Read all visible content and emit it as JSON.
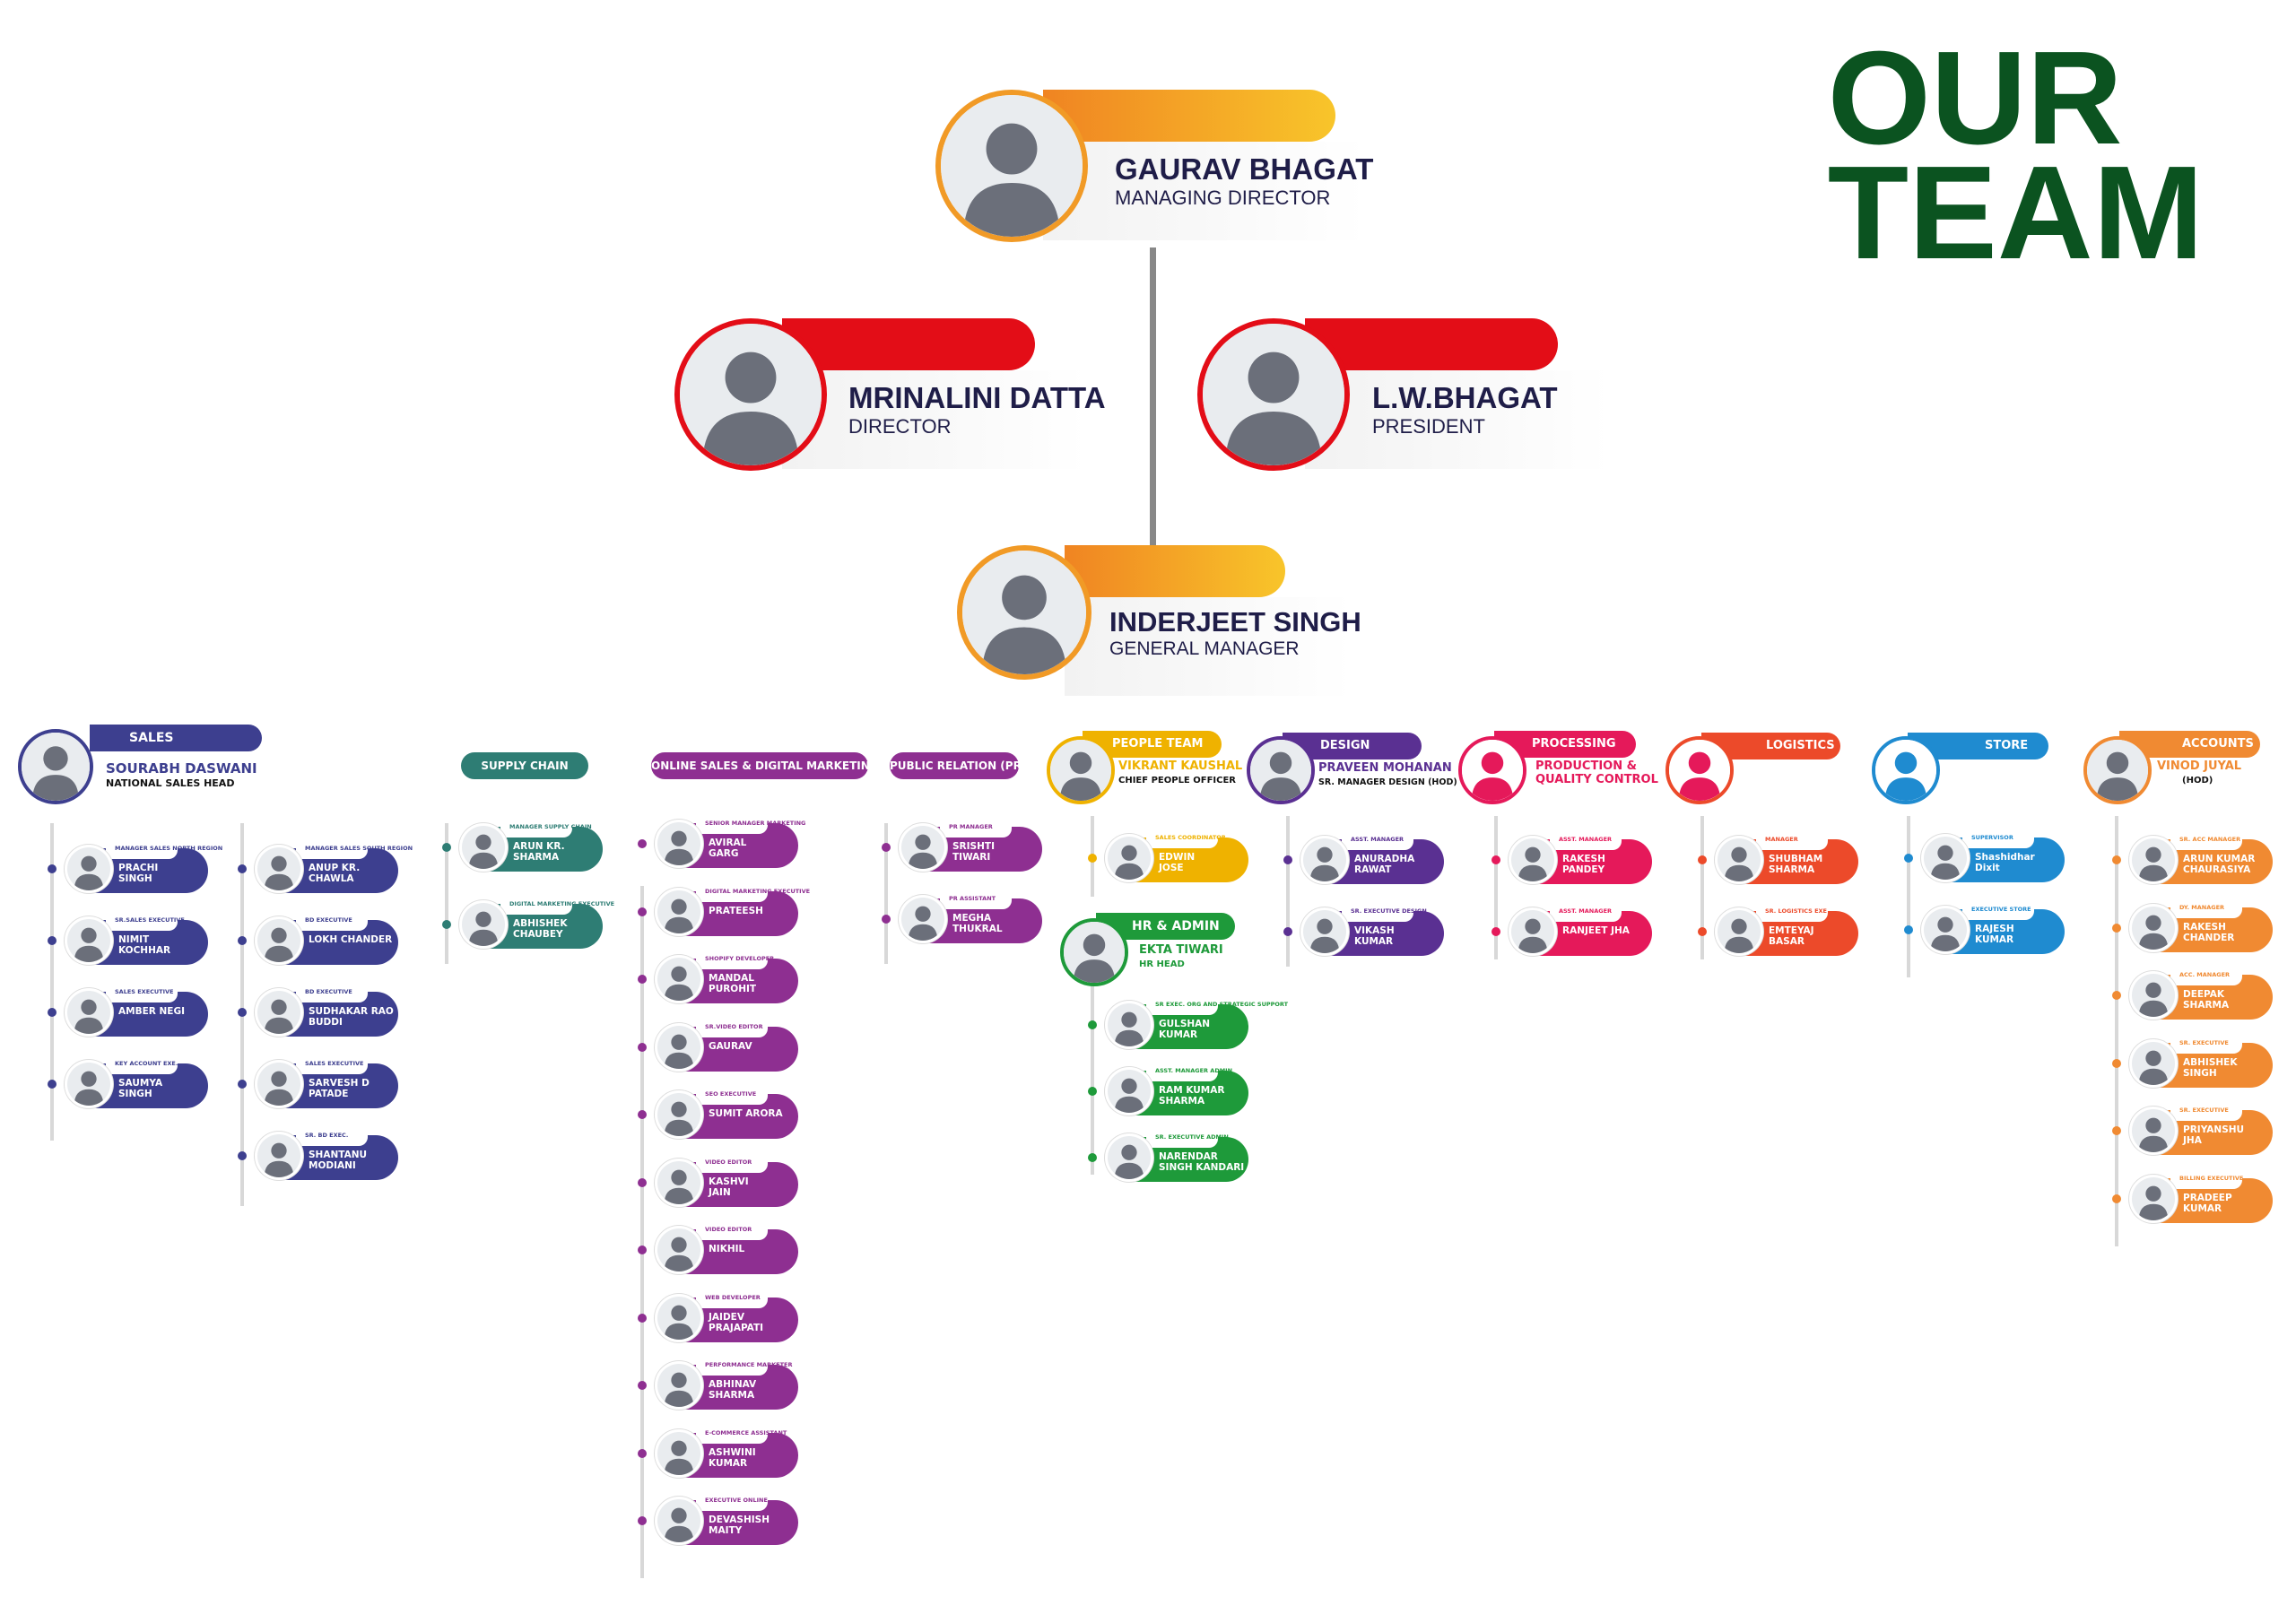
{
  "title": {
    "line1": "OUR",
    "line2": "TEAM"
  },
  "executives": [
    {
      "name": "GAURAV BHAGAT",
      "role": "MANAGING DIRECTOR",
      "bar": "orange"
    },
    {
      "name": "MRINALINI DATTA",
      "role": "DIRECTOR",
      "bar": "red"
    },
    {
      "name": "L.W.BHAGAT",
      "role": "PRESIDENT",
      "bar": "red"
    },
    {
      "name": "INDERJEET SINGH",
      "role": "GENERAL MANAGER",
      "bar": "orange"
    }
  ],
  "colors": {
    "title": "#0b5320",
    "navy": "#3d3f8f",
    "teal": "#2e7d74",
    "purple": "#8e2f91",
    "yellow": "#efb200",
    "green": "#1e9a3a",
    "violet": "#5a3092",
    "pink": "#e5195a",
    "redorange": "#ec4a2a",
    "blue": "#1f8bd0",
    "orange": "#f08a32",
    "execOrange": "#f19a26",
    "execRed": "#e30d17"
  },
  "sales": {
    "label": "SALES",
    "head": {
      "name": "SOURABH DASWANI",
      "role": "NATIONAL SALES HEAD"
    },
    "left": [
      {
        "role": "MANAGER SALES NORTH REGION",
        "name": "PRACHI\nSINGH"
      },
      {
        "role": "SR.SALES EXECUTIVE",
        "name": "NIMIT\nKOCHHAR"
      },
      {
        "role": "SALES EXECUTIVE",
        "name": "AMBER NEGI"
      },
      {
        "role": "KEY ACCOUNT EXE.",
        "name": "SAUMYA\nSINGH"
      }
    ],
    "right": [
      {
        "role": "MANAGER SALES SOUTH REGION",
        "name": "ANUP KR.\nCHAWLA"
      },
      {
        "role": "BD EXECUTIVE",
        "name": "LOKH CHANDER"
      },
      {
        "role": "BD EXECUTIVE",
        "name": "SUDHAKAR RAO\nBUDDI"
      },
      {
        "role": "SALES EXECUTIVE",
        "name": "SARVESH D\nPATADE"
      },
      {
        "role": "SR. BD EXEC.",
        "name": "SHANTANU\nMODIANI"
      }
    ]
  },
  "supply_chain": {
    "label": "SUPPLY CHAIN",
    "members": [
      {
        "role": "MANAGER SUPPLY CHAIN",
        "name": "ARUN KR.\nSHARMA"
      },
      {
        "role": "DIGITAL MARKETING EXECUTIVE",
        "name": "ABHISHEK\nCHAUBEY"
      }
    ]
  },
  "online": {
    "label": "ONLINE SALES & DIGITAL MARKETING",
    "members": [
      {
        "role": "SENIOR MANAGER MARKETING",
        "name": "AVIRAL\nGARG"
      },
      {
        "role": "DIGITAL MARKETING EXECUTIVE",
        "name": "PRATEESH"
      },
      {
        "role": "SHOPIFY DEVELOPER",
        "name": "MANDAL\nPUROHIT"
      },
      {
        "role": "SR.VIDEO EDITOR",
        "name": "GAURAV"
      },
      {
        "role": "SEO EXECUTIVE",
        "name": "SUMIT ARORA"
      },
      {
        "role": "VIDEO EDITOR",
        "name": "KASHVI\nJAIN"
      },
      {
        "role": "VIDEO EDITOR",
        "name": "NIKHIL"
      },
      {
        "role": "WEB DEVELOPER",
        "name": "JAIDEV\nPRAJAPATI"
      },
      {
        "role": "PERFORMANCE MARKETER",
        "name": "ABHINAV\nSHARMA"
      },
      {
        "role": "E-COMMERCE ASSISTANT",
        "name": "ASHWINI\nKUMAR"
      },
      {
        "role": "EXECUTIVE ONLINE",
        "name": "DEVASHISH\nMAITY"
      }
    ]
  },
  "pr": {
    "label": "PUBLIC RELATION (PR)",
    "members": [
      {
        "role": "PR MANAGER",
        "name": "SRISHTI\nTIWARI"
      },
      {
        "role": "PR ASSISTANT",
        "name": "MEGHA\nTHUKRAL"
      }
    ]
  },
  "people": {
    "label": "PEOPLE TEAM",
    "head": {
      "name": "VIKRANT KAUSHAL",
      "role": "CHIEF PEOPLE OFFICER"
    },
    "members": [
      {
        "role": "SALES COORDINATOR",
        "name": "EDWIN\nJOSE"
      }
    ],
    "hr": {
      "label": "HR & ADMIN",
      "name": "EKTA TIWARI",
      "role": "HR HEAD"
    },
    "hr_members": [
      {
        "role": "SR EXEC. ORG AND STRATEGIC SUPPORT",
        "name": "GULSHAN\nKUMAR"
      },
      {
        "role": "ASST. MANAGER ADMIN",
        "name": "RAM KUMAR\nSHARMA"
      },
      {
        "role": "SR. EXECUTIVE ADMIN",
        "name": "NARENDAR\nSINGH KANDARI"
      }
    ]
  },
  "design": {
    "label": "DESIGN",
    "head": {
      "name": "PRAVEEN MOHANAN",
      "role": "SR. MANAGER DESIGN (HOD)"
    },
    "members": [
      {
        "role": "ASST. MANAGER",
        "name": "ANURADHA\nRAWAT"
      },
      {
        "role": "SR. EXECUTIVE DESIGN",
        "name": "VIKASH\nKUMAR"
      }
    ]
  },
  "processing": {
    "label": "PROCESSING",
    "head": {
      "name": "PRODUCTION &\nQUALITY CONTROL",
      "role": ""
    },
    "members": [
      {
        "role": "ASST. MANAGER",
        "name": "RAKESH\nPANDEY"
      },
      {
        "role": "ASST. MANAGER",
        "name": "RANJEET JHA"
      }
    ]
  },
  "logistics": {
    "label": "LOGISTICS",
    "members": [
      {
        "role": "MANAGER",
        "name": "SHUBHAM\nSHARMA"
      },
      {
        "role": "SR. LOGISTICS EXE",
        "name": "EMTEYAJ\nBASAR"
      }
    ]
  },
  "store": {
    "label": "STORE",
    "members": [
      {
        "role": "SUPERVISOR",
        "name": "Shashidhar\nDixit"
      },
      {
        "role": "EXECUTIVE STORE",
        "name": "RAJESH\nKUMAR"
      }
    ]
  },
  "accounts": {
    "label": "ACCOUNTS",
    "head": {
      "name": "VINOD JUYAL",
      "role": "(HOD)"
    },
    "members": [
      {
        "role": "SR. ACC MANAGER",
        "name": "ARUN KUMAR\nCHAURASIYA"
      },
      {
        "role": "DY. MANAGER",
        "name": "RAKESH\nCHANDER"
      },
      {
        "role": "ACC. MANAGER",
        "name": "DEEPAK\nSHARMA"
      },
      {
        "role": "SR. EXECUTIVE",
        "name": "ABHISHEK\nSINGH"
      },
      {
        "role": "SR. EXECUTIVE",
        "name": "PRIYANSHU\nJHA"
      },
      {
        "role": "BILLING EXECUTIVE",
        "name": "PRADEEP\nKUMAR"
      }
    ]
  }
}
